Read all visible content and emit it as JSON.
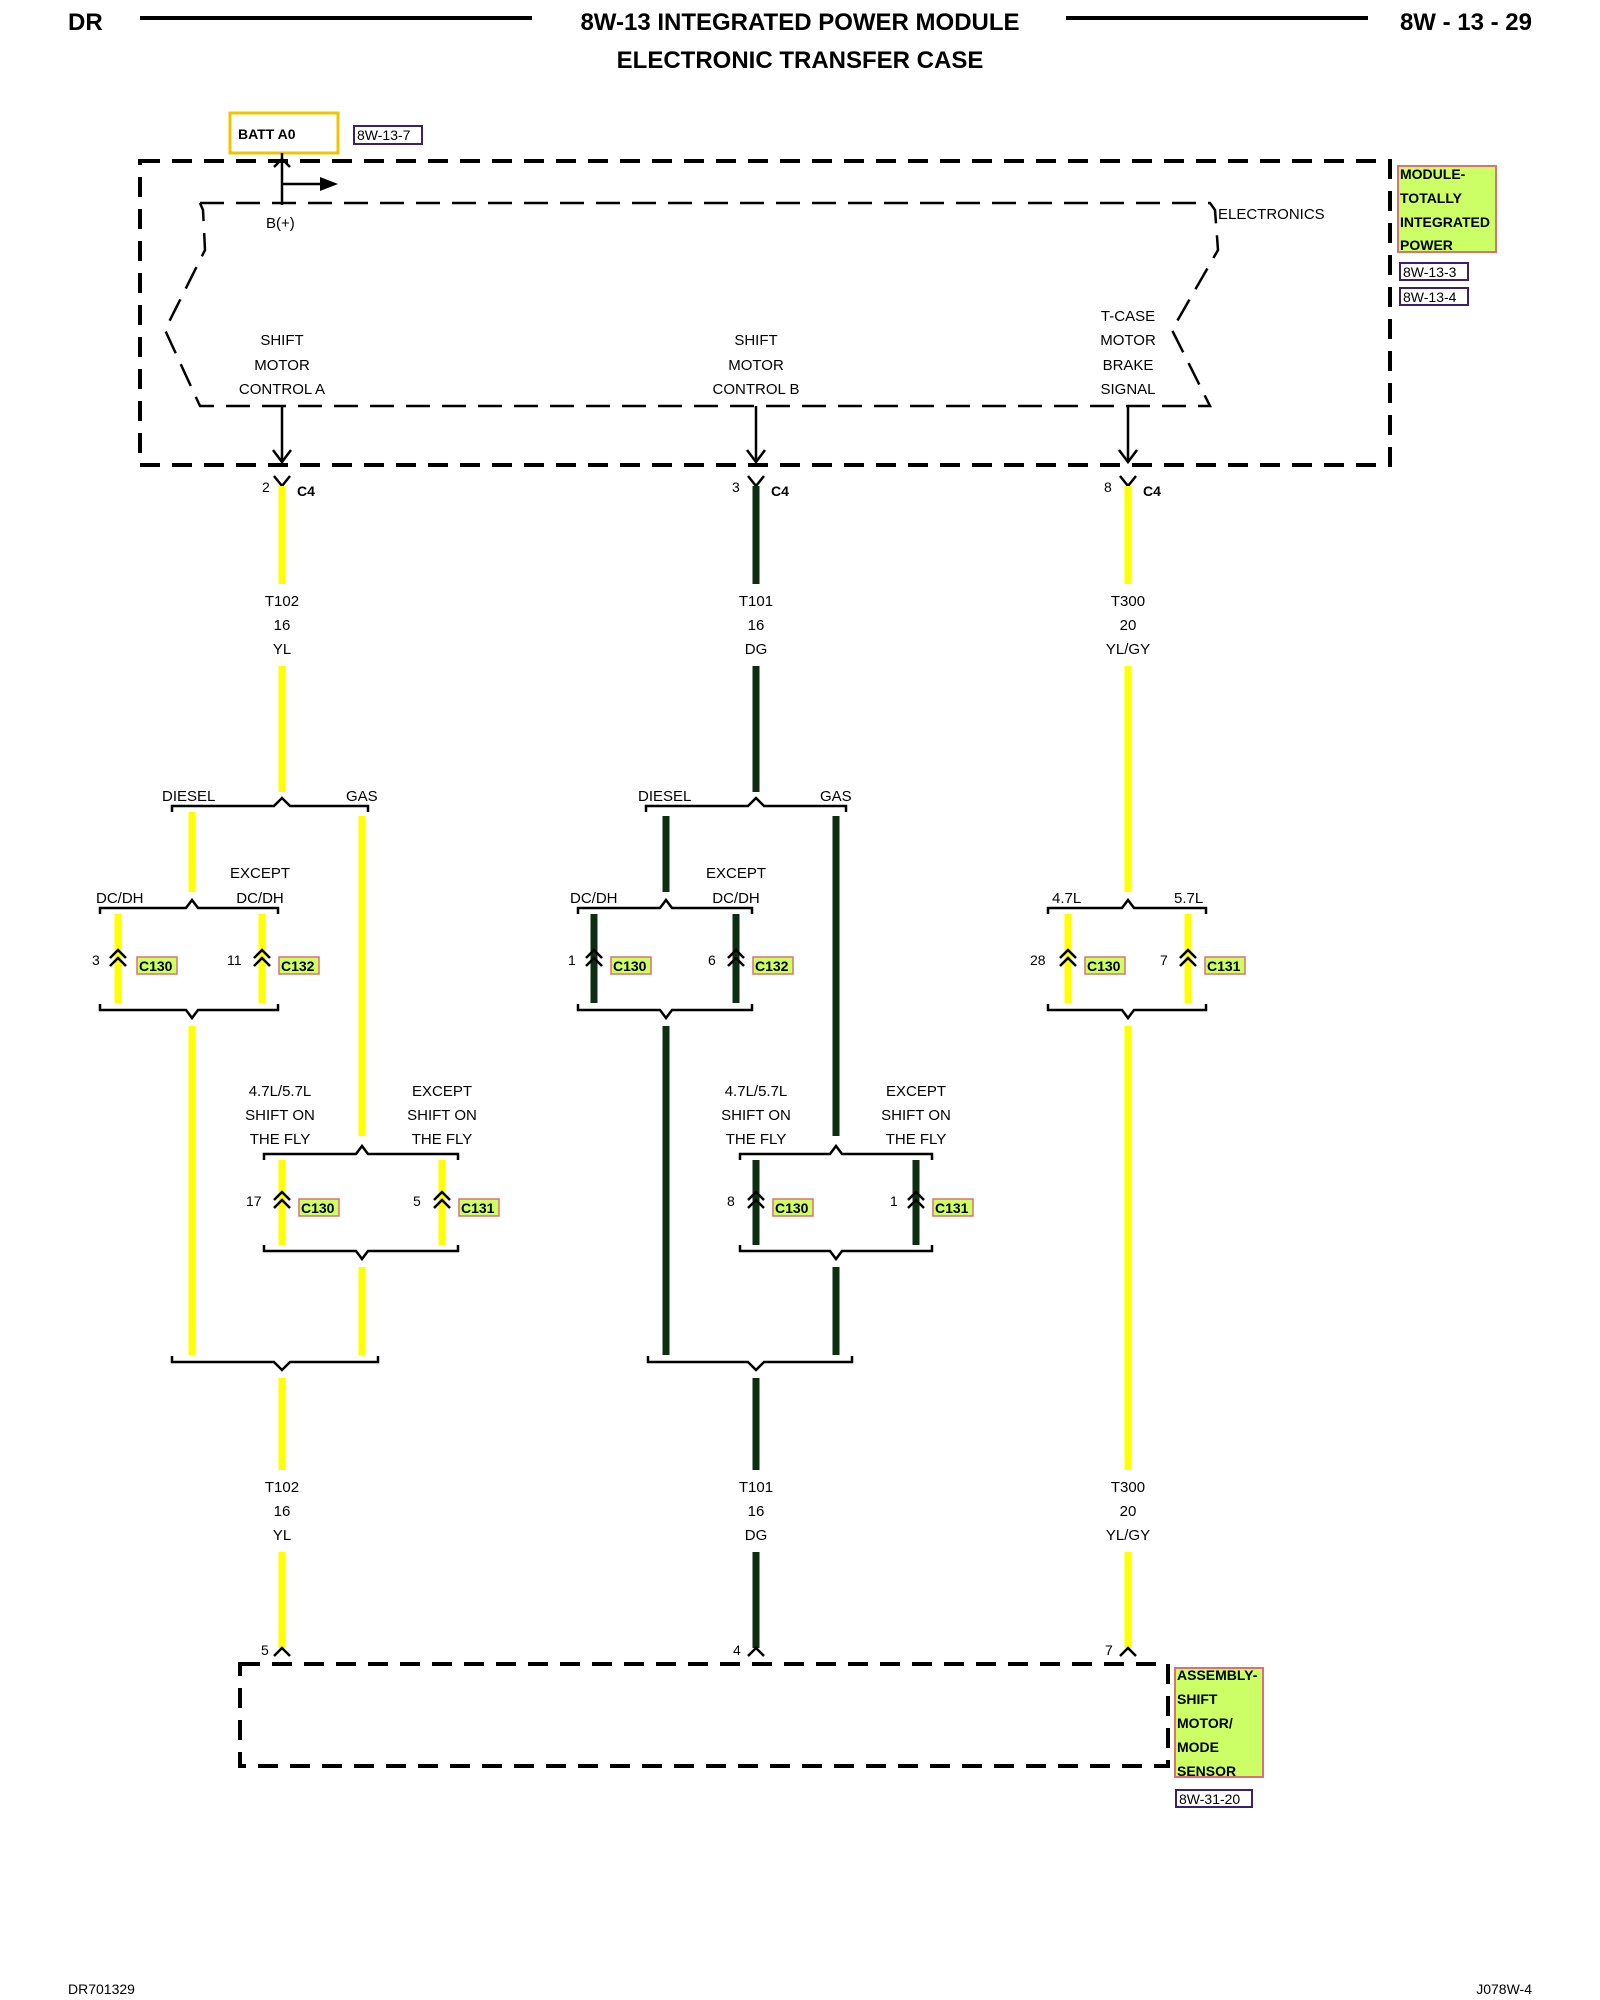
{
  "header": {
    "left": "DR",
    "title_line1": "8W-13 INTEGRATED POWER MODULE",
    "title_line2": "ELECTRONIC TRANSFER CASE",
    "page": "8W - 13 - 29"
  },
  "footer": {
    "left": "DR701329",
    "right": "J078W-4"
  },
  "colors": {
    "yellow_wire": "#ffff00",
    "dark_green_wire": "#0e2e12",
    "label_bg": "#ccff66",
    "label_border": "#e07070",
    "batt_border": "#f2c400"
  },
  "module": {
    "name_lines": [
      "MODULE-",
      "TOTALLY",
      "INTEGRATED",
      "POWER"
    ],
    "refs": [
      "8W-13-3",
      "8W-13-4"
    ],
    "electronics_label": "ELECTRONICS",
    "batt_label": "BATT A0",
    "batt_ref": "8W-13-7",
    "bplus_label": "B(+)",
    "signals": {
      "a": [
        "SHIFT",
        "MOTOR",
        "CONTROL A"
      ],
      "b": [
        "SHIFT",
        "MOTOR",
        "CONTROL B"
      ],
      "c": [
        "T-CASE",
        "MOTOR",
        "BRAKE",
        "SIGNAL"
      ]
    }
  },
  "circuits": {
    "a": {
      "c4_pin": "2",
      "c4": "C4",
      "code": "T102",
      "gauge": "16",
      "color": "YL",
      "diesel": "DIESEL",
      "gas": "GAS",
      "dcdh": "DC/DH",
      "except": "EXCEPT",
      "except_dcdh": "DC/DH",
      "p1_pin": "3",
      "p1_conn": "C130",
      "p2_pin": "11",
      "p2_conn": "C132",
      "sotf": [
        "4.7L/5.7L",
        "SHIFT ON",
        "THE FLY"
      ],
      "nsotf": [
        "EXCEPT",
        "SHIFT ON",
        "THE FLY"
      ],
      "p3_pin": "17",
      "p3_conn": "C130",
      "p4_pin": "5",
      "p4_conn": "C131",
      "bottom_pin": "5"
    },
    "b": {
      "c4_pin": "3",
      "c4": "C4",
      "code": "T101",
      "gauge": "16",
      "color": "DG",
      "diesel": "DIESEL",
      "gas": "GAS",
      "dcdh": "DC/DH",
      "except": "EXCEPT",
      "except_dcdh": "DC/DH",
      "p1_pin": "1",
      "p1_conn": "C130",
      "p2_pin": "6",
      "p2_conn": "C132",
      "sotf": [
        "4.7L/5.7L",
        "SHIFT ON",
        "THE FLY"
      ],
      "nsotf": [
        "EXCEPT",
        "SHIFT ON",
        "THE FLY"
      ],
      "p3_pin": "8",
      "p3_conn": "C130",
      "p4_pin": "1",
      "p4_conn": "C131",
      "bottom_pin": "4"
    },
    "c": {
      "c4_pin": "8",
      "c4": "C4",
      "code": "T300",
      "gauge": "20",
      "color": "YL/GY",
      "opt1": "4.7L",
      "opt2": "5.7L",
      "p1_pin": "28",
      "p1_conn": "C130",
      "p2_pin": "7",
      "p2_conn": "C131",
      "bottom_pin": "7"
    }
  },
  "assembly": {
    "name_lines": [
      "ASSEMBLY-",
      "SHIFT",
      "MOTOR/",
      "MODE",
      "SENSOR"
    ],
    "ref": "8W-31-20"
  }
}
